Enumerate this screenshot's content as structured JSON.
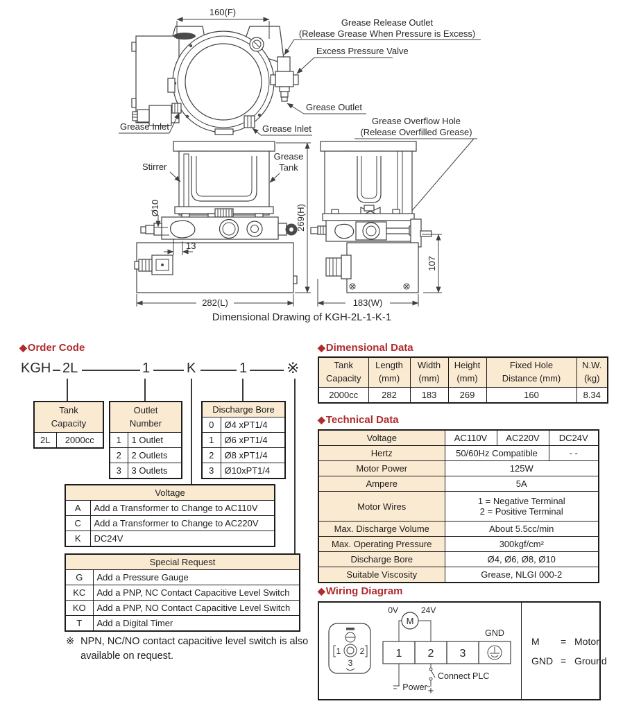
{
  "drawing": {
    "caption": "Dimensional Drawing of KGH-2L-1-K-1",
    "labels": {
      "dim_f": "160(F)",
      "release_outlet_1": "Grease Release Outlet",
      "release_outlet_2": "(Release Grease When Pressure is Excess)",
      "excess_pressure_valve": "Excess Pressure Valve",
      "grease_outlet": "Grease Outlet",
      "grease_inlet_left": "Grease Inlet",
      "grease_inlet_right": "Grease Inlet",
      "overflow_1": "Grease Overflow Hole",
      "overflow_2": "(Release Overfilled Grease)",
      "stirrer": "Stirrer",
      "grease_tank_1": "Grease",
      "grease_tank_2": "Tank",
      "dia_10": "Ø10",
      "dim_13": "13",
      "dim_h": "269(H)",
      "dim_l": "282(L)",
      "dim_107": "107",
      "dim_w": "183(W)"
    }
  },
  "order_code": {
    "marker": "◆",
    "title": "Order Code",
    "code": {
      "p1": "KGH",
      "p2": "2L",
      "p3": "1",
      "p4": "K",
      "p5": "1",
      "p6": "※"
    },
    "tank_table": {
      "header_1": "Tank",
      "header_2": "Capacity",
      "rows": [
        [
          "2L",
          "2000cc"
        ]
      ]
    },
    "outlet_table": {
      "header_1": "Outlet",
      "header_2": "Number",
      "rows": [
        [
          "1",
          "1 Outlet"
        ],
        [
          "2",
          "2 Outlets"
        ],
        [
          "3",
          "3 Outlets"
        ]
      ]
    },
    "bore_table": {
      "header": "Discharge Bore",
      "rows": [
        [
          "0",
          "Ø4 xPT1/4"
        ],
        [
          "1",
          "Ø6 xPT1/4"
        ],
        [
          "2",
          "Ø8 xPT1/4"
        ],
        [
          "3",
          "Ø10xPT1/4"
        ]
      ]
    },
    "voltage_table": {
      "header": "Voltage",
      "rows": [
        [
          "A",
          "Add a Transformer to Change to AC110V"
        ],
        [
          "C",
          "Add a Transformer to Change to AC220V"
        ],
        [
          "K",
          "DC24V"
        ]
      ]
    },
    "special_table": {
      "header": "Special Request",
      "rows": [
        [
          "G",
          "Add a Pressure Gauge"
        ],
        [
          "KC",
          "Add a PNP, NC Contact Capacitive Level Switch"
        ],
        [
          "KO",
          "Add a PNP, NO Contact Capacitive Level Switch"
        ],
        [
          "T",
          "Add a Digital Timer"
        ]
      ]
    },
    "note_marker": "※",
    "note": "NPN, NC/NO contact capacitive level switch is also available on request."
  },
  "dimensional_data": {
    "marker": "◆",
    "title": "Dimensional Data",
    "headers": [
      [
        "Tank",
        "Capacity"
      ],
      [
        "Length",
        "(mm)"
      ],
      [
        "Width",
        "(mm)"
      ],
      [
        "Height",
        "(mm)"
      ],
      [
        "Fixed Hole",
        "Distance (mm)"
      ],
      [
        "N.W.",
        "(kg)"
      ]
    ],
    "values": [
      "2000cc",
      "282",
      "183",
      "269",
      "160",
      "8.34"
    ]
  },
  "technical_data": {
    "marker": "◆",
    "title": "Technical Data",
    "rows": [
      {
        "label": "Voltage",
        "v1": "AC110V",
        "v2": "AC220V",
        "v3": "DC24V"
      },
      {
        "label": "Hertz",
        "value": "50/60Hz Compatible",
        "dc": "- -"
      },
      {
        "label": "Motor Power",
        "value": "125W"
      },
      {
        "label": "Ampere",
        "value": "5A"
      },
      {
        "label": "Motor Wires",
        "line1": "1 = Negative Terminal",
        "line2": "2 = Positive Terminal"
      },
      {
        "label": "Max. Discharge Volume",
        "value": "About 5.5cc/min"
      },
      {
        "label": "Max. Operating Pressure",
        "value": "300kgf/cm²"
      },
      {
        "label": "Discharge Bore",
        "value": "Ø4, Ø6, Ø8, Ø10"
      },
      {
        "label": "Suitable Viscosity",
        "value": "Grease, NLGI 000-2"
      }
    ]
  },
  "wiring": {
    "marker": "◆",
    "title": "Wiring Diagram",
    "labels": {
      "zero_v": "0V",
      "motor": "M",
      "v24": "24V",
      "gnd": "GND",
      "t1": "1",
      "t2": "2",
      "t3": "3",
      "connect_plc": "Connect PLC",
      "power": "Power",
      "plus": "+",
      "pin1": "1",
      "pin2": "2",
      "pin3": "3"
    },
    "legend": [
      {
        "key": "M",
        "eq": "=",
        "value": "Motor"
      },
      {
        "key": "GND",
        "eq": "=",
        "value": "Ground"
      }
    ]
  }
}
